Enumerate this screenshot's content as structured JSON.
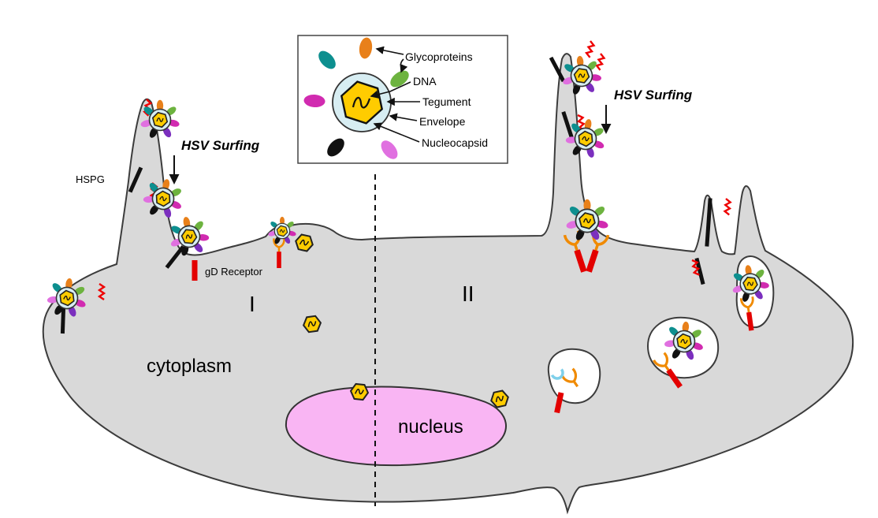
{
  "labels": {
    "hsv_surfing_left": "HSV Surfing",
    "hsv_surfing_right": "HSV Surfing",
    "hspg": "HSPG",
    "gd_receptor": "gD Receptor",
    "region_i": "I",
    "region_ii": "II",
    "cytoplasm": "cytoplasm",
    "nucleus": "nucleus"
  },
  "inset": {
    "glycoproteins": "Glycoproteins",
    "dna": "DNA",
    "tegument": "Tegument",
    "envelope": "Envelope",
    "nucleocapsid": "Nucleocapsid"
  },
  "icons": {
    "virion": "hsv-virion (enveloped virus with colored glycoprotein spikes and yellow hexagonal capsid)",
    "capsid": "naked-capsid (yellow hexagon with DNA squiggle)",
    "hspg_rod": "hspg-rod (black membrane rod)",
    "zigzag": "heparan-zigzag (red zigzag chain)",
    "gd_bar": "gd-receptor-bar (red membrane bar)",
    "y_receptor": "receptor-y (orange Y-shaped receptor)"
  },
  "colors": {
    "background": "#ffffff",
    "cell_body": "#d9d9d9",
    "cell_outline": "#3c3c3c",
    "nucleus_fill": "#f9b5f3",
    "vesicle_fill": "#ffffff",
    "virus_envelope": "#d7edf2",
    "capsid_yellow": "#ffcc00",
    "receptor_red": "#e30000",
    "zigzag_red": "#ee0000",
    "y_receptor_orange": "#f08a00",
    "text": "#000000"
  }
}
